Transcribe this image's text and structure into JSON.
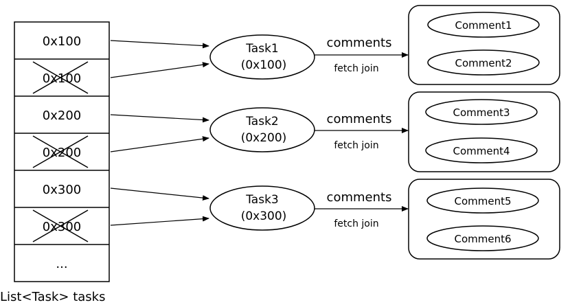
{
  "list": {
    "caption": "List<Task> tasks",
    "cells": [
      {
        "label": "0x100",
        "crossed": false
      },
      {
        "label": "0x100",
        "crossed": true
      },
      {
        "label": "0x200",
        "crossed": false
      },
      {
        "label": "0x200",
        "crossed": true
      },
      {
        "label": "0x300",
        "crossed": false
      },
      {
        "label": "0x300",
        "crossed": true
      },
      {
        "label": "...",
        "crossed": false
      }
    ]
  },
  "tasks": [
    {
      "name": "Task1",
      "addr": "(0x100)",
      "relation": "comments",
      "join": "fetch join",
      "comments": [
        "Comment1",
        "Comment2"
      ]
    },
    {
      "name": "Task2",
      "addr": "(0x200)",
      "relation": "comments",
      "join": "fetch join",
      "comments": [
        "Comment3",
        "Comment4"
      ]
    },
    {
      "name": "Task3",
      "addr": "(0x300)",
      "relation": "comments",
      "join": "fetch join",
      "comments": [
        "Comment5",
        "Comment6"
      ]
    }
  ],
  "colors": {
    "stroke": "#000000",
    "background": "#ffffff"
  }
}
